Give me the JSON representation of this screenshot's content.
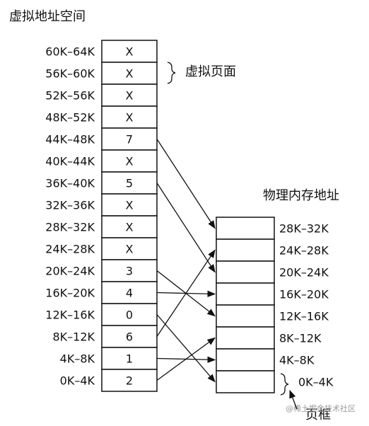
{
  "titles": {
    "virtual_space": "虚拟地址空间",
    "virtual_page": "虚拟页面",
    "physical_memory": "物理内存地址",
    "page_frame": "页框",
    "watermark": "@稀土掘金技术社区"
  },
  "virtual_pages": [
    {
      "range": "60K–64K",
      "entry": "X"
    },
    {
      "range": "56K–60K",
      "entry": "X"
    },
    {
      "range": "52K–56K",
      "entry": "X"
    },
    {
      "range": "48K–52K",
      "entry": "X"
    },
    {
      "range": "44K–48K",
      "entry": "7"
    },
    {
      "range": "40K–44K",
      "entry": "X"
    },
    {
      "range": "36K–40K",
      "entry": "5"
    },
    {
      "range": "32K–36K",
      "entry": "X"
    },
    {
      "range": "28K–32K",
      "entry": "X"
    },
    {
      "range": "24K–28K",
      "entry": "X"
    },
    {
      "range": "20K–24K",
      "entry": "3"
    },
    {
      "range": "16K–20K",
      "entry": "4"
    },
    {
      "range": "12K–16K",
      "entry": "0"
    },
    {
      "range": "8K–12K",
      "entry": "6"
    },
    {
      "range": "4K–8K",
      "entry": "1"
    },
    {
      "range": "0K–4K",
      "entry": "2"
    }
  ],
  "physical_frames": [
    {
      "range": "28K–32K"
    },
    {
      "range": "24K–28K"
    },
    {
      "range": "20K–24K"
    },
    {
      "range": "16K–20K"
    },
    {
      "range": "12K–16K"
    },
    {
      "range": "8K–12K"
    },
    {
      "range": "4K–8K"
    },
    {
      "range": "0K–4K"
    }
  ]
}
